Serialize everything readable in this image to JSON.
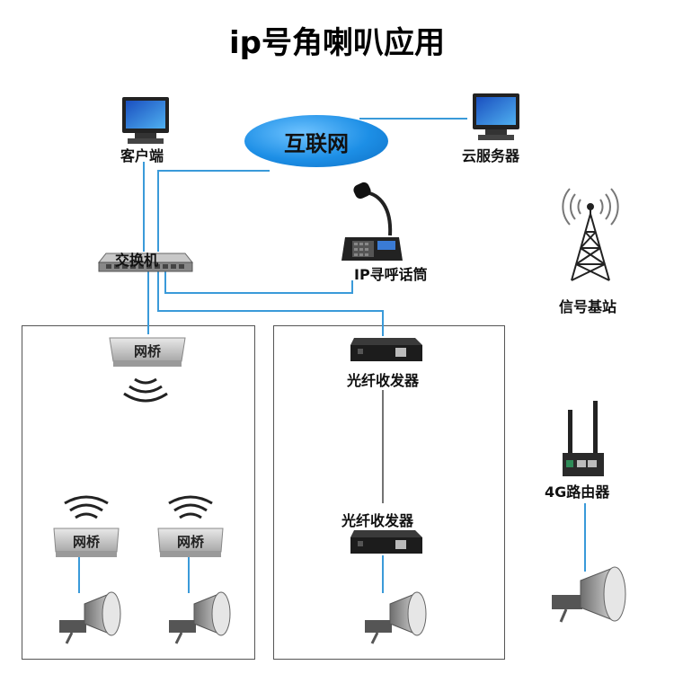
{
  "title": "ip号角喇叭应用",
  "nodes": {
    "internet": "互联网",
    "client": "客户端",
    "cloud_server": "云服务器",
    "switch": "交换机",
    "ip_paging_mic": "IP寻呼话筒",
    "signal_tower": "信号基站",
    "bridge_top": "网桥",
    "bridge_left": "网桥",
    "bridge_right": "网桥",
    "fiber_top": "光纤收发器",
    "fiber_bottom": "光纤收发器",
    "router_4g": "4G路由器"
  },
  "colors": {
    "link_line": "#3a9ad9",
    "cloud": "#1d8fe6",
    "box_border": "#555555"
  },
  "icons": {
    "computer": "computer-monitor-icon",
    "speaker": "horn-speaker-icon",
    "wifi": "wireless-signal-icon",
    "tower": "cell-tower-icon",
    "router": "4g-router-icon",
    "microphone": "paging-microphone-icon"
  }
}
